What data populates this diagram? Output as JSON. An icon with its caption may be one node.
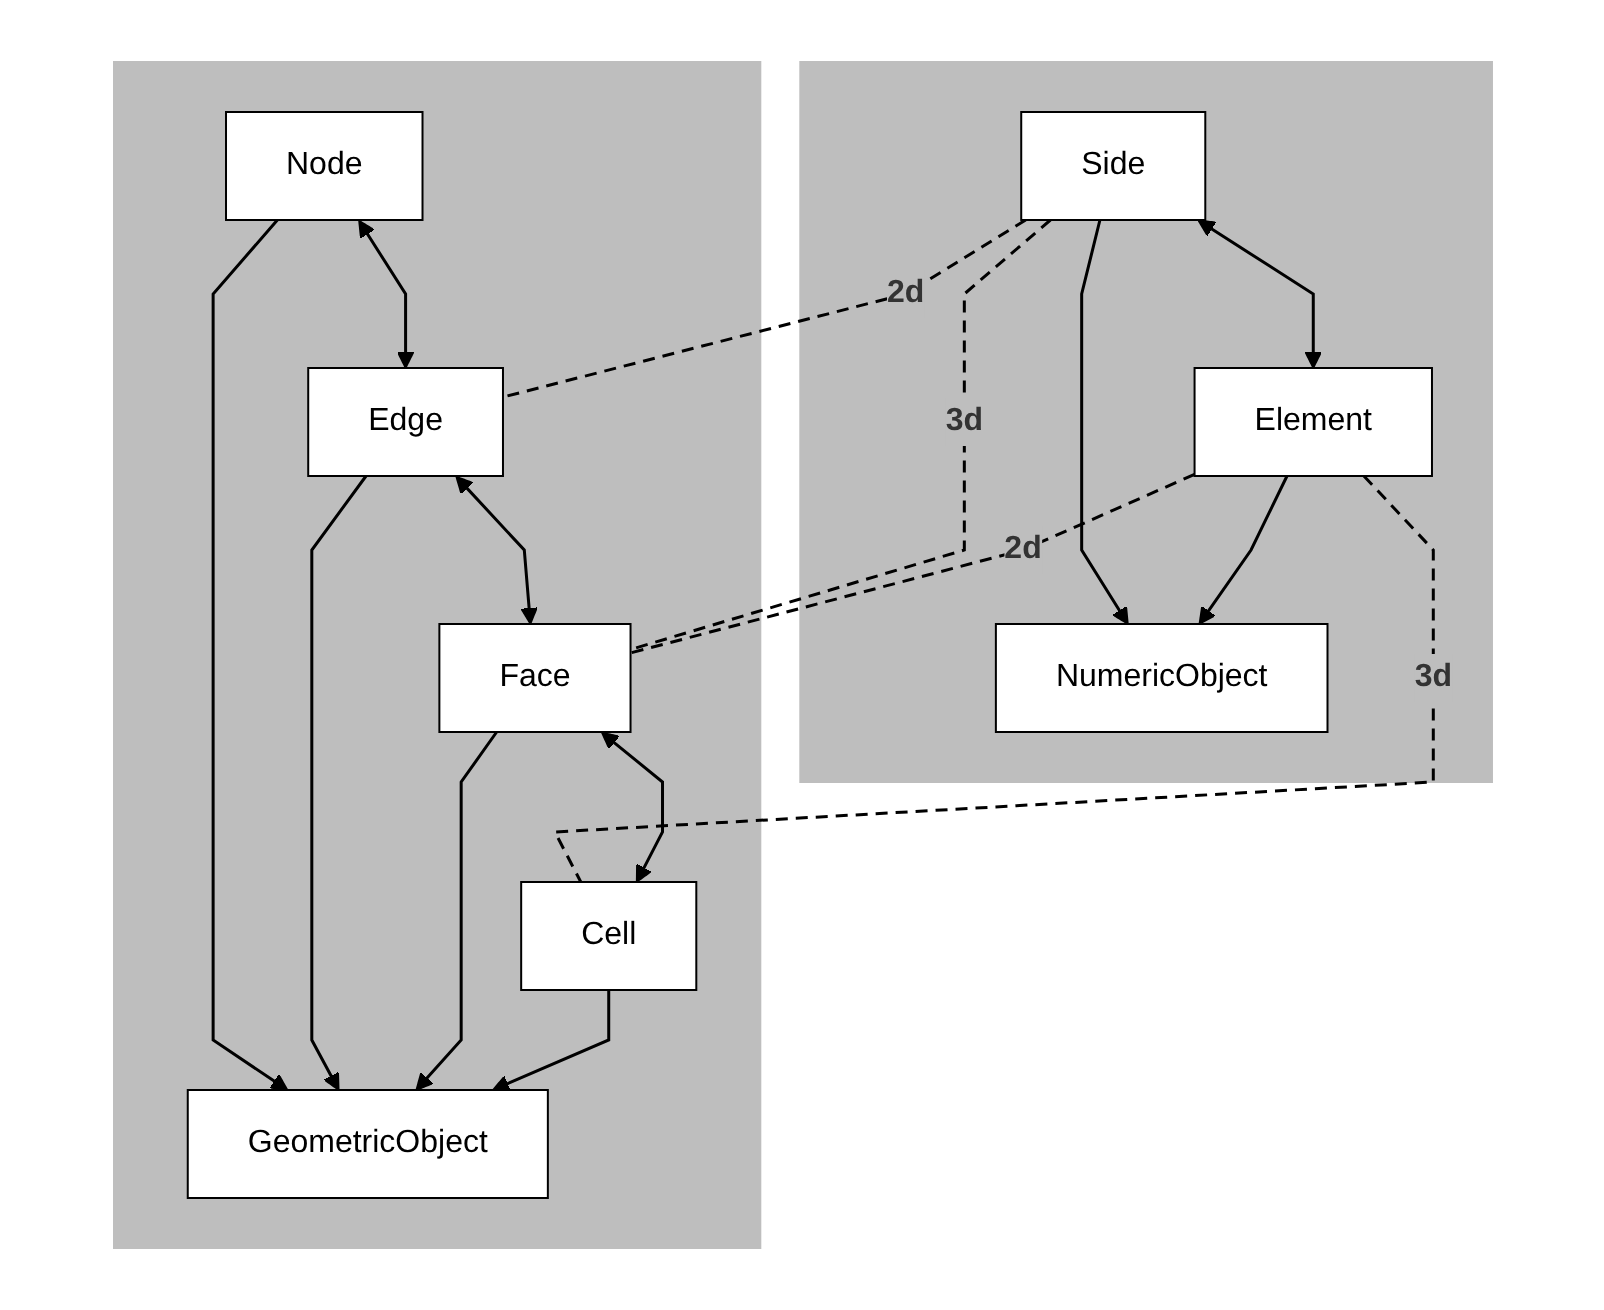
{
  "diagram": {
    "nodes": [
      {
        "text": [],
        "shape": "box"
      },
      {
        "text": [
          "NumericObject"
        ],
        "in": 0
      },
      {
        "text": [
          "Side"
        ],
        "in": 0
      },
      {
        "text": [
          "Element"
        ],
        "in": 0
      },
      {
        "text": [],
        "shape": "box"
      },
      {
        "text": [
          "Node"
        ],
        "in": 4
      },
      {
        "text": [
          "Edge"
        ],
        "in": 4
      },
      {
        "text": [
          "Face"
        ],
        "in": 4
      },
      {
        "text": [
          "Cell"
        ],
        "in": 4
      },
      {
        "text": [
          "GeometricObject"
        ],
        "in": 4
      }
    ],
    "edges": [
      {
        "from": 2,
        "to": 1,
        "arrow": "to"
      },
      {
        "from": 3,
        "to": 1,
        "arrow": "to"
      },
      {
        "from": 2,
        "to": 3,
        "arrow": "both"
      },
      {
        "from": 2,
        "to": 6,
        "arrow": "none",
        "style": "dashed",
        "label": "2d"
      },
      {
        "from": 2,
        "to": 7,
        "arrow": "none",
        "style": "dashed",
        "label": "3d"
      },
      {
        "from": 3,
        "to": 7,
        "arrow": "none",
        "style": "dashed",
        "label": "2d"
      },
      {
        "from": 3,
        "to": 8,
        "arrow": "none",
        "style": "dashed",
        "label": "3d"
      },
      {
        "from": 5,
        "to": 6,
        "arrow": "both"
      },
      {
        "from": 6,
        "to": 7,
        "arrow": "both"
      },
      {
        "from": 7,
        "to": 8,
        "arrow": "both"
      },
      {
        "from": 5,
        "to": 9,
        "arrow": "to"
      },
      {
        "from": 6,
        "to": 9,
        "arrow": "to"
      },
      {
        "from": 7,
        "to": 9,
        "arrow": "to"
      },
      {
        "from": 8,
        "to": 9,
        "arrow": "to"
      }
    ]
  }
}
